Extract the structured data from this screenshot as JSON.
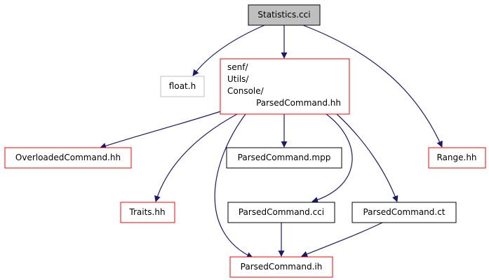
{
  "colors": {
    "edge": "#191970",
    "root_fill": "#bfbfbf",
    "root_border": "#000000",
    "gray_border": "#bfbfbf",
    "red_border": "#ff0000",
    "black_border": "#000000"
  },
  "nodes": {
    "root": "Statistics.cci",
    "float_h": "float.h",
    "parsed_hh": {
      "line1": "senf/",
      "line2": "Utils/",
      "line3": "Console/",
      "line4": "ParsedCommand.hh"
    },
    "range_hh": "Range.hh",
    "overloaded_hh": "OverloadedCommand.hh",
    "parsed_mpp": "ParsedCommand.mpp",
    "traits_hh": "Traits.hh",
    "parsed_cci": "ParsedCommand.cci",
    "parsed_ct": "ParsedCommand.ct",
    "parsed_ih": "ParsedCommand.ih"
  }
}
